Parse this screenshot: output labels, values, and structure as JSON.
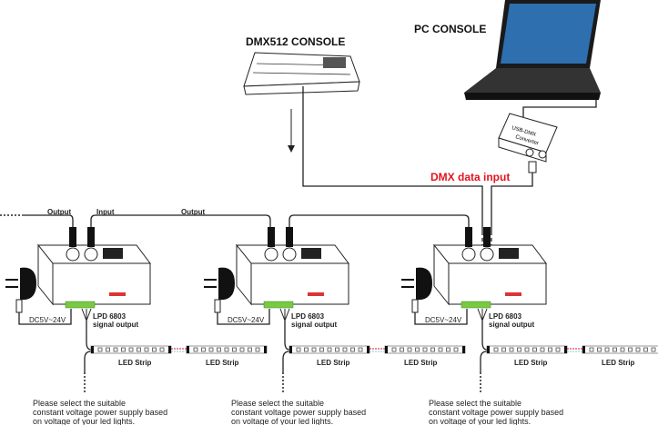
{
  "dmx_console_label": "DMX512 CONSOLE",
  "pc_console_label": "PC CONSOLE",
  "dmx_input_label": "DMX data input",
  "converter_text": [
    "USB-DMX",
    "Converter"
  ],
  "dmx_input_color": "#e0141e",
  "output_label": "Output",
  "input_label": "Input",
  "units": [
    {
      "power": "DC5V~24V",
      "signal_1": "LPD 6803",
      "signal_2": "signal output",
      "strip_1": "LED Strip",
      "strip_2": "LED Strip",
      "note_1": "Please select the suitable",
      "note_2": "constant voltage power supply based",
      "note_3": "on voltage of your led lights."
    },
    {
      "power": "DC5V~24V",
      "signal_1": "LPD 6803",
      "signal_2": "signal output",
      "strip_1": "LED Strip",
      "strip_2": "LED Strip",
      "note_1": "Please select the suitable",
      "note_2": "constant voltage power supply based",
      "note_3": "on voltage of your led lights."
    },
    {
      "power": "DC5V~24V",
      "signal_1": "LPD 6803",
      "signal_2": "signal output",
      "strip_1": "LED Strip",
      "strip_2": "LED Strip",
      "note_1": "Please select the suitable",
      "note_2": "constant voltage power supply based",
      "note_3": "on voltage of your led lights."
    }
  ]
}
